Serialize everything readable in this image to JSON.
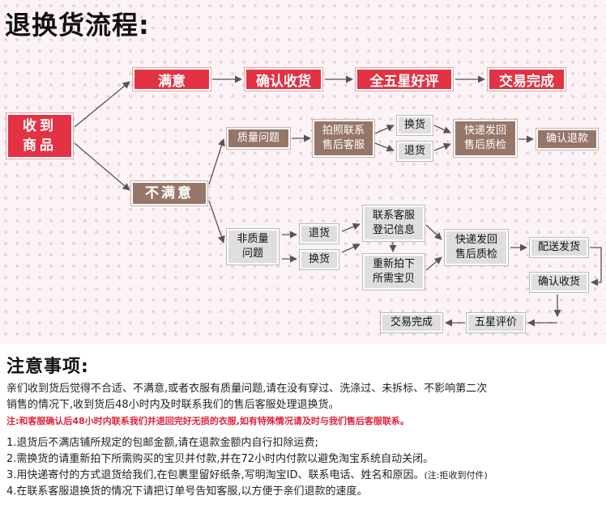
{
  "title": "退换货流程:",
  "flow": {
    "received": [
      "收到",
      "商品"
    ],
    "satisfied": "满意",
    "confirm_receipt": "确认收货",
    "five_star": "全五星好评",
    "deal_done": "交易完成",
    "not_satisfied": "不满意",
    "quality_issue": "质量问题",
    "photo_contact": [
      "拍照联系",
      "售后客服"
    ],
    "exchange": "换货",
    "return": "退货",
    "express_send_1": [
      "快递发回",
      "售后质检"
    ],
    "confirm_refund": "确认退款",
    "non_quality": [
      "非质量",
      "问题"
    ],
    "return_2": "退货",
    "exchange_2": "换货",
    "contact_service": [
      "联系客服",
      "登记信息"
    ],
    "reorder": [
      "重新拍下",
      "所需宝贝"
    ],
    "express_send_2": [
      "快递发回",
      "售后质检"
    ],
    "ship_out": "配送发货",
    "confirm_receipt_2": "确认收货",
    "five_star_review": "五星评价",
    "deal_done_2": "交易完成"
  },
  "notes": {
    "heading": "注意事项:",
    "intro_line1": "亲们收到货后觉得不合适、不满意,或者衣服有质量问题,请在没有穿过、洗涤过、未拆标、不影响第二次",
    "intro_line2": "销售的情况下,收到货后48小时内及时联系我们的售后客服处理退换货。",
    "warning": "注:和客服确认后48小时内联系我们并退回完好无损的衣服,如有特殊情况请及时与我们售后客服联系。",
    "item1": "1.退货后不满店铺所规定的包邮金额,请在退款金额内自行扣除运费;",
    "item2": "2.需换货的请重新拍下所需购买的宝贝并付款,并在72小时内付款以避免淘宝系统自动关闭。",
    "item3_main": "3.用快递寄付的方式退货给我们,在包裹里留好纸条,写明淘宝ID、联系电话、姓名和原因。",
    "item3_small": "(注:拒收到付件)",
    "item4": "4.在联系客服退换货的情况下请把订单号告知客服,以方便于亲们退款的速度。"
  },
  "colors": {
    "red": "#e23243",
    "brown": "#97766a",
    "gray": "#dedede",
    "arrow": "#555555",
    "warning": "#e0233a"
  }
}
